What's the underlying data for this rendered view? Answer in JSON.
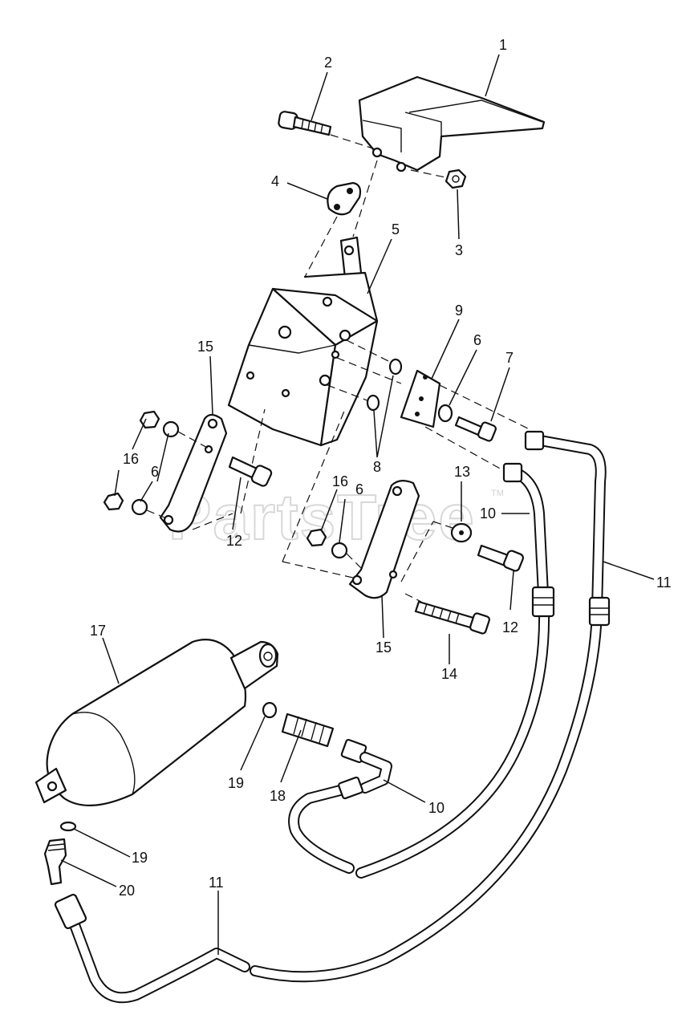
{
  "watermark": {
    "text": "PartsTree",
    "trademark": "TM"
  },
  "callouts": [
    {
      "id": "c1",
      "label": "1"
    },
    {
      "id": "c2",
      "label": "2"
    },
    {
      "id": "c3",
      "label": "3"
    },
    {
      "id": "c4",
      "label": "4"
    },
    {
      "id": "c5",
      "label": "5"
    },
    {
      "id": "c6a",
      "label": "6"
    },
    {
      "id": "c7",
      "label": "7"
    },
    {
      "id": "c8",
      "label": "8"
    },
    {
      "id": "c9",
      "label": "9"
    },
    {
      "id": "c15a",
      "label": "15"
    },
    {
      "id": "c16a",
      "label": "16"
    },
    {
      "id": "c6b",
      "label": "6"
    },
    {
      "id": "c12a",
      "label": "12"
    },
    {
      "id": "c16b",
      "label": "16"
    },
    {
      "id": "c6c",
      "label": "6"
    },
    {
      "id": "c13",
      "label": "13"
    },
    {
      "id": "c10a",
      "label": "10"
    },
    {
      "id": "c11a",
      "label": "11"
    },
    {
      "id": "c12b",
      "label": "12"
    },
    {
      "id": "c15b",
      "label": "15"
    },
    {
      "id": "c14",
      "label": "14"
    },
    {
      "id": "c17",
      "label": "17"
    },
    {
      "id": "c19a",
      "label": "19"
    },
    {
      "id": "c18",
      "label": "18"
    },
    {
      "id": "c10b",
      "label": "10"
    },
    {
      "id": "c19b",
      "label": "19"
    },
    {
      "id": "c20",
      "label": "20"
    },
    {
      "id": "c11b",
      "label": "11"
    }
  ]
}
